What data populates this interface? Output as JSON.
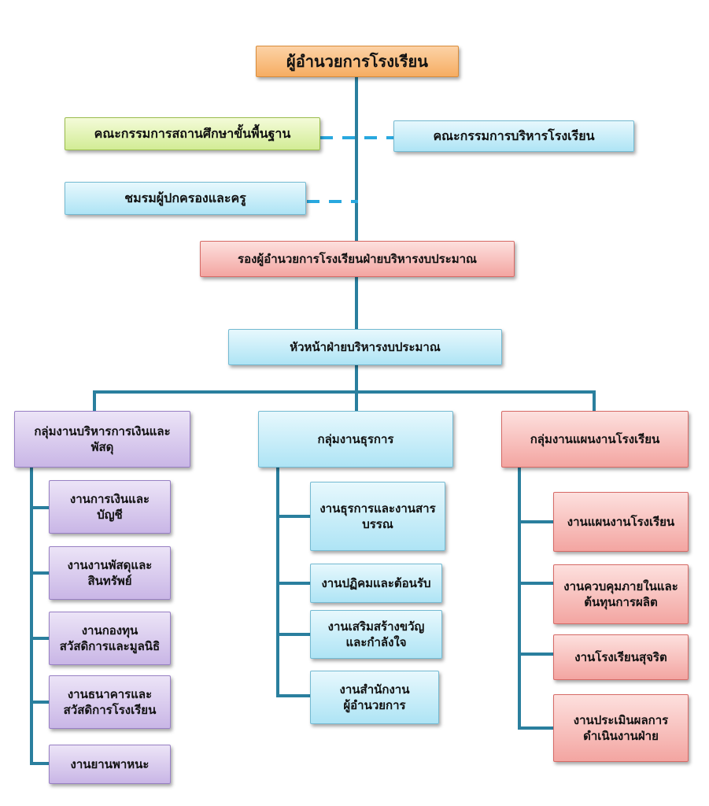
{
  "chart": {
    "director": "ผู้อำนวยการโรงเรียน",
    "basic_ed_board": "คณะกรรมการสถานศึกษาขั้นพื้นฐาน",
    "admin_board": "คณะกรรมการบริหารโรงเรียน",
    "parents_club": "ชมรมผู้ปกครองและครู",
    "deputy": "รองผู้อำนวยการโรงเรียนฝ่ายบริหารงบประมาณ",
    "head": "หัวหน้าฝ่ายบริหารงบประมาณ",
    "groups": [
      {
        "title": "กลุ่มงานบริหารการเงินและ\nพัสดุ",
        "items": [
          "งานการเงินและ\nบัญชี",
          "งานงานพัสดุและ\nสินทรัพย์",
          "งานกองทุน\nสวัสดิการและมูลนิธิ",
          "งานธนาคารและ\nสวัสดิการโรงเรียน",
          "งานยานพาหนะ"
        ]
      },
      {
        "title": "กลุ่มงานธุรการ",
        "items": [
          "งานธุรการและงานสาร\nบรรณ",
          "งานปฏิคมและต้อนรับ",
          "งานเสริมสร้างขวัญ\nและกำลังใจ",
          "งานสำนักงาน\nผู้อำนวยการ"
        ]
      },
      {
        "title": "กลุ่มงานแผนงานโรงเรียน",
        "items": [
          "งานแผนงานโรงเรียน",
          "งานควบคุมภายในและ\nต้นทุนการผลิต",
          "งานโรงเรียนสุจริต",
          "งานประเมินผลการ\nดำเนินงานฝ่าย"
        ]
      }
    ]
  },
  "colors": {
    "line": "#2a7f9e",
    "dash": "#29a8df",
    "orange": "#f6ad62",
    "green": "#d2ec95",
    "blue": "#aee4f5",
    "red": "#f3a5a1",
    "purple": "#c9b6e6"
  }
}
